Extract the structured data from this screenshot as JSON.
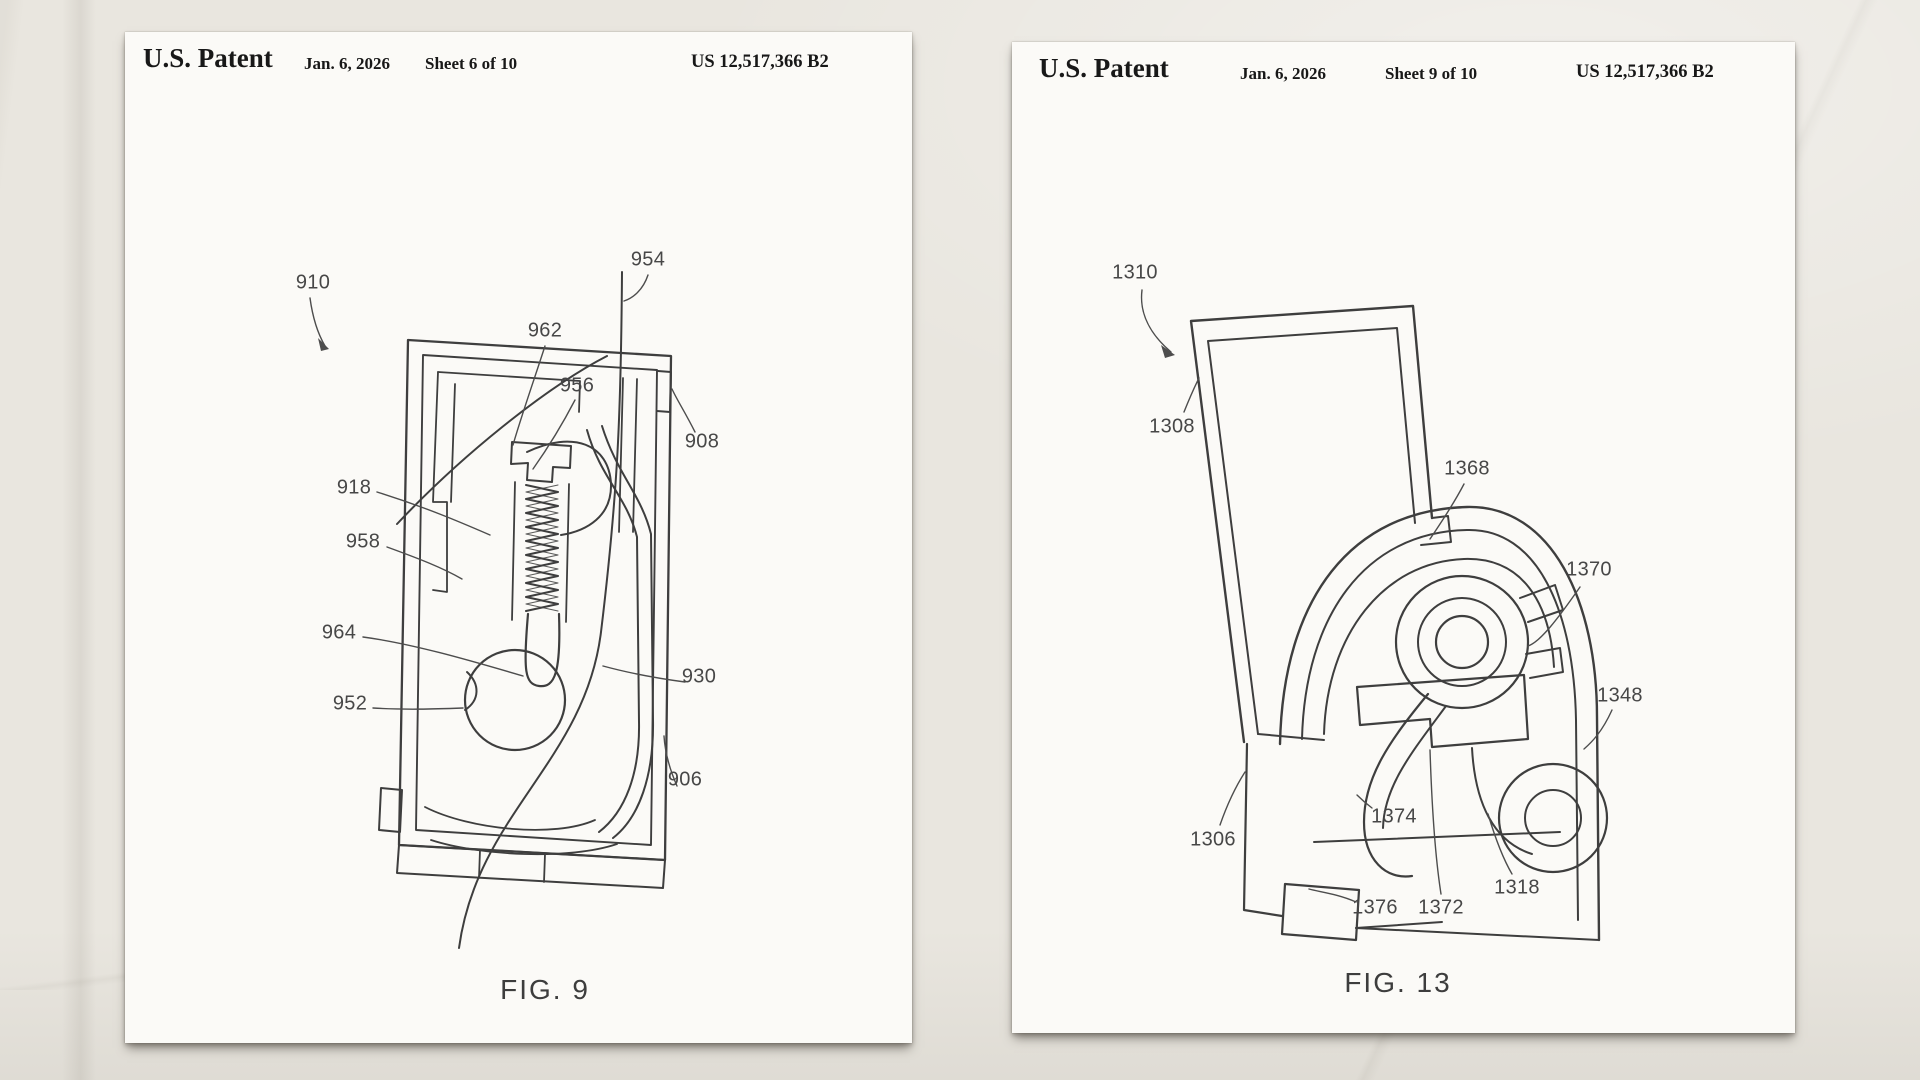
{
  "palette": {
    "background": "#e9e6df",
    "page": "#fbfaf7",
    "drawing_line": "#3e3e3e",
    "leader_line": "#4d4d4d",
    "header_text": "#181818",
    "numeral_text": "#474747"
  },
  "pages": [
    {
      "header": {
        "title": "U.S. Patent",
        "date": "Jan. 6, 2026",
        "sheet": "Sheet 6 of 10",
        "patent_number": "US 12,517,366 B2"
      },
      "figure_label": "FIG. 9",
      "reference_numerals": [
        {
          "text": "910"
        },
        {
          "text": "954"
        },
        {
          "text": "962"
        },
        {
          "text": "956"
        },
        {
          "text": "908"
        },
        {
          "text": "918"
        },
        {
          "text": "958"
        },
        {
          "text": "964"
        },
        {
          "text": "952"
        },
        {
          "text": "930"
        },
        {
          "text": "906"
        }
      ]
    },
    {
      "header": {
        "title": "U.S. Patent",
        "date": "Jan. 6, 2026",
        "sheet": "Sheet 9 of 10",
        "patent_number": "US 12,517,366 B2"
      },
      "figure_label": "FIG. 13",
      "reference_numerals": [
        {
          "text": "1310"
        },
        {
          "text": "1308"
        },
        {
          "text": "1368"
        },
        {
          "text": "1370"
        },
        {
          "text": "1348"
        },
        {
          "text": "1306"
        },
        {
          "text": "1374"
        },
        {
          "text": "1376"
        },
        {
          "text": "1372"
        },
        {
          "text": "1318"
        }
      ]
    }
  ]
}
